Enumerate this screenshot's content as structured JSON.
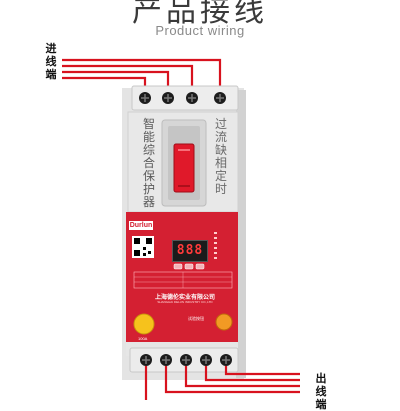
{
  "header": {
    "title_cn": "产品接线",
    "title_en": "Product wiring"
  },
  "labels": {
    "input_side": "进线端",
    "output_side": "出线端"
  },
  "device": {
    "face_left_text": "智能综合保护器",
    "face_right_text": "过流缺相定时",
    "brand": "Durlun",
    "display_value": "888",
    "company_cn": "上海德伦实业有限公司",
    "company_en": "SHANGHAI DELUN INDUSTRY CO.,LTD",
    "test_button_label": "试验按钮",
    "small_button_label": "100A"
  },
  "colors": {
    "wire_red": "#d8121e",
    "panel_red": "#d42032",
    "housing": "#e6e6e6",
    "handle_red": "#e0192a"
  }
}
